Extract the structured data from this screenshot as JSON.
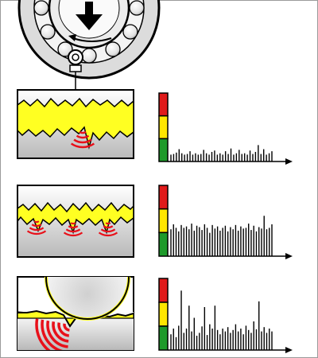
{
  "colors": {
    "stroke": "#000000",
    "crack_band": "#ffff22",
    "wave_red": "#e8101a",
    "gauge_red": "#e01a1a",
    "gauge_yellow": "#ffe600",
    "gauge_green": "#1e9a2a",
    "panel_shade": "#bdbdbd",
    "bearing_gray": "#d9d9d9"
  },
  "icons": {
    "load_arrow": "arrow-down-icon",
    "rotation": "curved-arrow-icon",
    "sensor": "sensor-icon"
  },
  "stages": [
    {
      "spectrum": [
        0.1,
        0.11,
        0.13,
        0.18,
        0.12,
        0.1,
        0.11,
        0.15,
        0.1,
        0.12,
        0.1,
        0.11,
        0.17,
        0.12,
        0.1,
        0.14,
        0.16,
        0.1,
        0.12,
        0.1,
        0.15,
        0.11,
        0.19,
        0.1,
        0.12,
        0.17,
        0.11,
        0.12,
        0.1,
        0.16,
        0.11,
        0.14,
        0.24,
        0.11,
        0.18,
        0.1,
        0.12,
        0.15
      ]
    },
    {
      "spectrum": [
        0.38,
        0.45,
        0.4,
        0.35,
        0.44,
        0.4,
        0.42,
        0.38,
        0.46,
        0.36,
        0.43,
        0.41,
        0.37,
        0.45,
        0.4,
        0.33,
        0.44,
        0.39,
        0.42,
        0.36,
        0.4,
        0.43,
        0.35,
        0.41,
        0.38,
        0.44,
        0.36,
        0.42,
        0.39,
        0.4,
        0.46,
        0.37,
        0.43,
        0.35,
        0.41,
        0.39,
        0.57,
        0.38,
        0.4,
        0.45
      ]
    },
    {
      "spectrum": [
        0.22,
        0.3,
        0.18,
        0.34,
        0.83,
        0.24,
        0.3,
        0.62,
        0.26,
        0.45,
        0.2,
        0.24,
        0.33,
        0.6,
        0.21,
        0.36,
        0.3,
        0.62,
        0.28,
        0.22,
        0.3,
        0.26,
        0.32,
        0.24,
        0.28,
        0.36,
        0.26,
        0.3,
        0.22,
        0.34,
        0.28,
        0.24,
        0.4,
        0.29,
        0.68,
        0.26,
        0.32,
        0.24,
        0.3,
        0.26
      ]
    }
  ]
}
